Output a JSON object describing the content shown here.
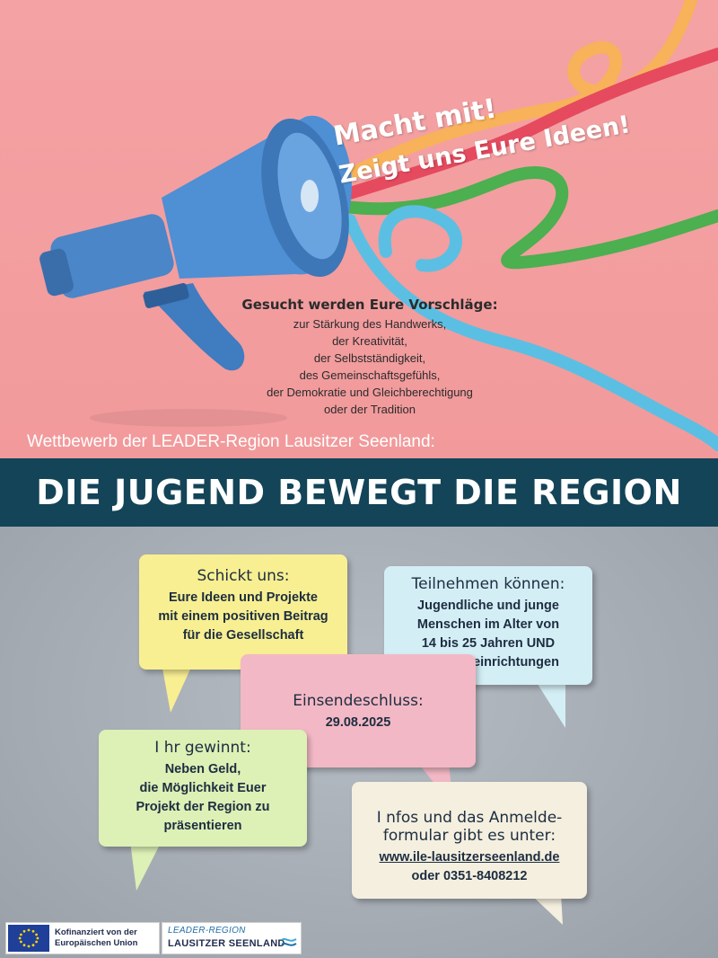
{
  "slogan": {
    "line1": "Macht mit!",
    "line2": "Zeigt uns Eure Ideen!"
  },
  "proposals": {
    "heading": "Gesucht werden Eure Vorschläge:",
    "lines": [
      "zur Stärkung des Handwerks,",
      "der Kreativität,",
      "der Selbstständigkeit,",
      "des Gemeinschaftsgefühls,",
      "der Demokratie und Gleichberechtigung",
      "oder der Tradition"
    ]
  },
  "contest_line": "Wettbewerb der LEADER-Region Lausitzer Seenland:",
  "banner_title": "DIE JUGEND BEWEGT DIE REGION",
  "bubbles": {
    "send": {
      "heading": "Schickt uns:",
      "lines": [
        "Eure Ideen und Projekte",
        "mit einem positiven Beitrag",
        "für die Gesellschaft"
      ]
    },
    "participants": {
      "heading": "Teilnehmen können:",
      "lines": [
        "Jugendliche und junge",
        "Menschen im Alter von",
        "14 bis 25 Jahren UND",
        "Bildungseinrichtungen"
      ]
    },
    "deadline": {
      "heading": "Einsendeschluss:",
      "date": "29.08.2025"
    },
    "win": {
      "heading": "I hr gewinnt:",
      "lines": [
        "Neben Geld,",
        "die Möglichkeit Euer",
        "Projekt der Region zu",
        "präsentieren"
      ]
    },
    "info": {
      "heading_lines": [
        "I nfos und das Anmelde-",
        "formular gibt es unter:"
      ],
      "website": "www.ile-lausitzerseenland.de",
      "phone": "oder 0351-8408212"
    }
  },
  "footer": {
    "eu_line1": "Kofinanziert von der",
    "eu_line2": "Europäischen Union",
    "leader_line1": "LEADER-REGION",
    "leader_line2": "LAUSITZER SEENLAND"
  },
  "colors": {
    "top_background": "#f29a9b",
    "banner": "#134458",
    "bottom_background": "#a3a9b1",
    "bubble_yellow": "#f8ef92",
    "bubble_blue": "#d4eef6",
    "bubble_pink": "#f3b8c5",
    "bubble_green": "#ddf0b6",
    "bubble_cream": "#f4efdf",
    "megaphone": "#4a86c8"
  },
  "icons": {
    "megaphone": "megaphone-icon",
    "eu_flag": "eu-flag-icon"
  }
}
